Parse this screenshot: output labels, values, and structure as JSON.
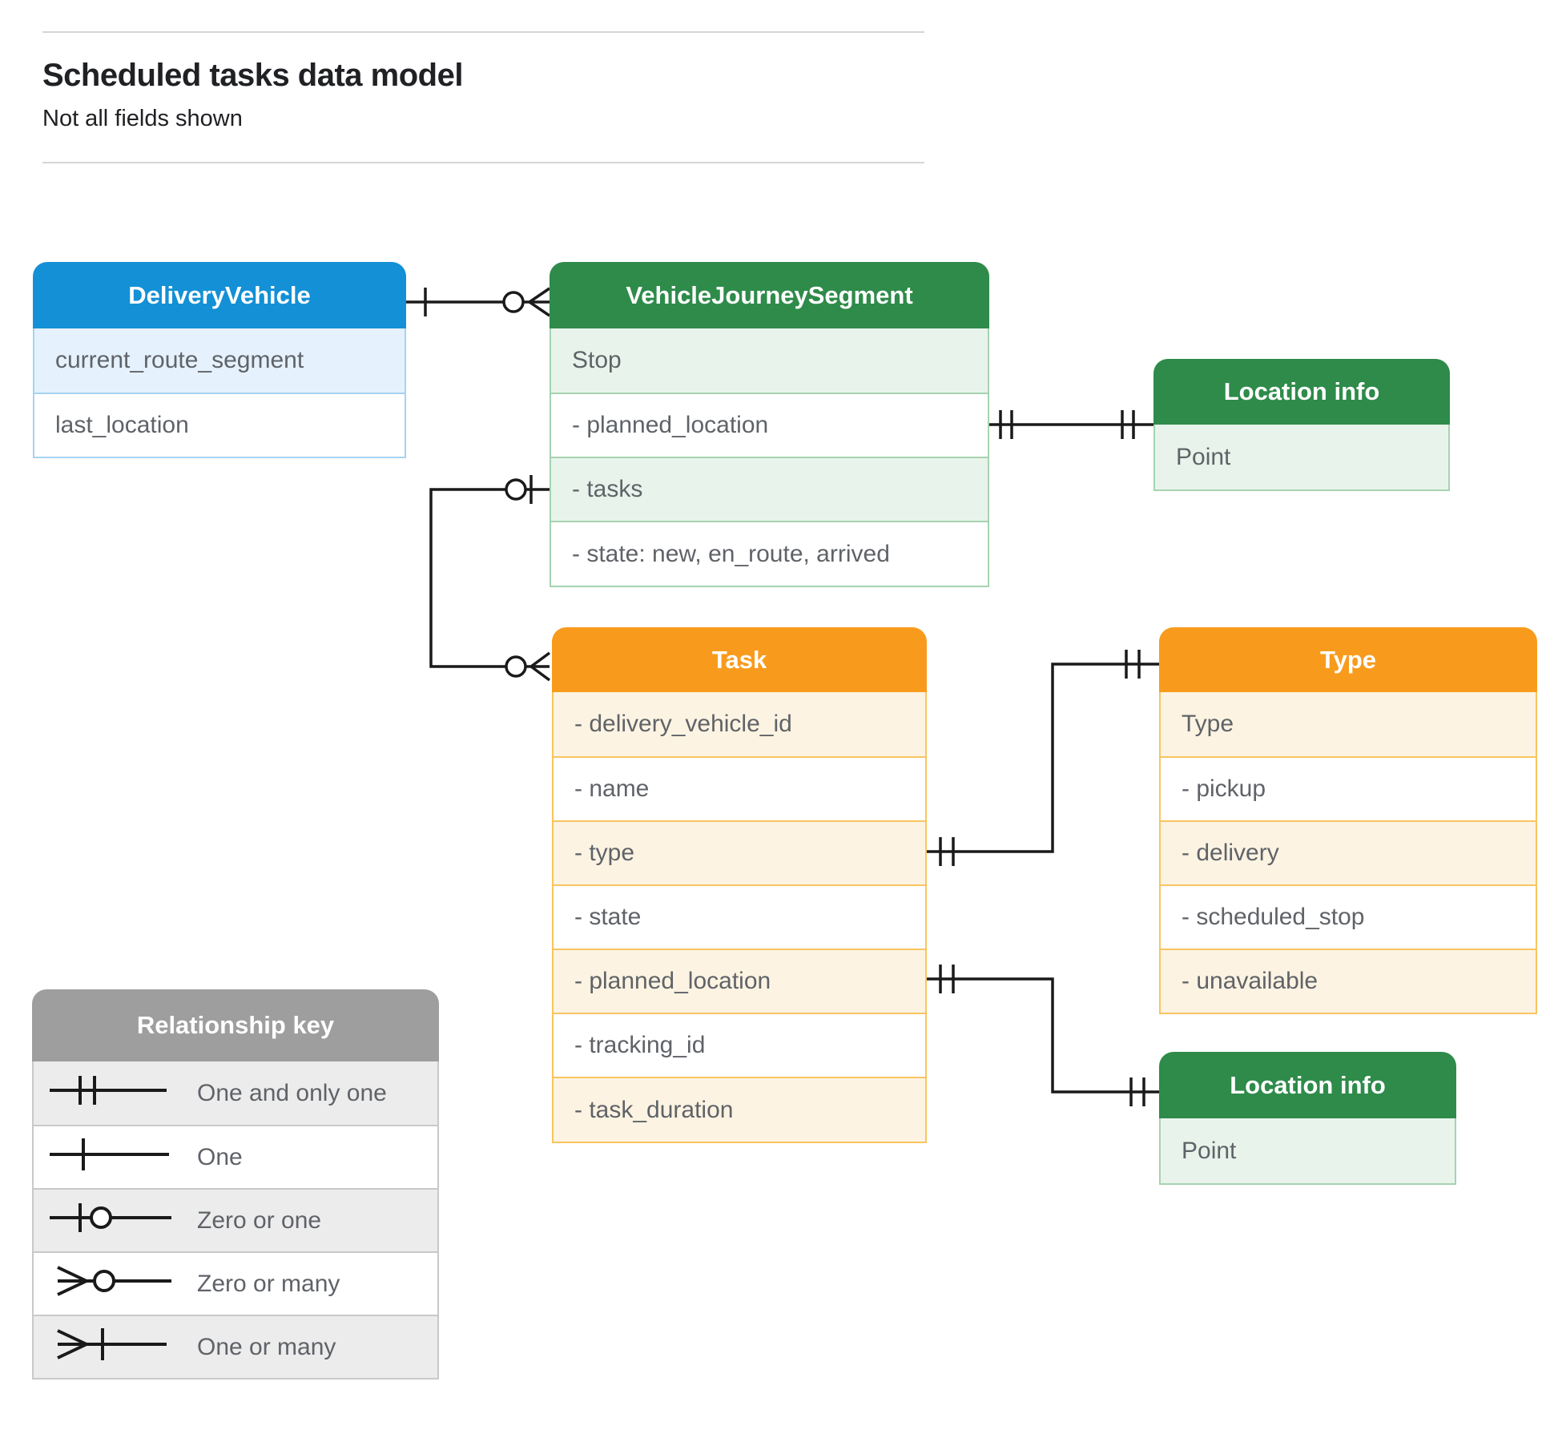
{
  "page": {
    "title": "Scheduled tasks data model",
    "subtitle": "Not all fields shown"
  },
  "colors": {
    "blue": "#1390D6",
    "blue-border": "#A6D3F2",
    "blue-tint": "#E5F1FC",
    "green": "#2E8B4A",
    "green-border": "#A6D3B0",
    "green-tint": "#E8F4EB",
    "orange": "#F89B1D",
    "orange-border": "#F8C55F",
    "orange-tint": "#FDF3E2",
    "gray": "#9E9E9E",
    "gray-border": "#C9C9C9",
    "gray-tint": "#ECECEC",
    "text": "#5F6368",
    "title-text": "#202124",
    "line": "#1A1A1A",
    "rule": "#D5D5D5"
  },
  "entities": {
    "delivery_vehicle": {
      "title": "DeliveryVehicle",
      "rows": [
        "current_route_segment",
        "last_location"
      ]
    },
    "vehicle_journey_segment": {
      "title": "VehicleJourneySegment",
      "rows": [
        "Stop",
        "- planned_location",
        "- tasks",
        "- state: new, en_route, arrived"
      ]
    },
    "location_info_1": {
      "title": "Location info",
      "rows": [
        "Point"
      ]
    },
    "task": {
      "title": "Task",
      "rows": [
        "- delivery_vehicle_id",
        "- name",
        "- type",
        "- state",
        "- planned_location",
        "- tracking_id",
        "- task_duration"
      ]
    },
    "type": {
      "title": "Type",
      "rows": [
        "Type",
        "-  pickup",
        "-  delivery",
        "-  scheduled_stop",
        "-  unavailable"
      ]
    },
    "location_info_2": {
      "title": "Location info",
      "rows": [
        "Point"
      ]
    }
  },
  "legend": {
    "title": "Relationship key",
    "items": [
      {
        "symbol": "one-and-only-one",
        "label": "One and only one"
      },
      {
        "symbol": "one",
        "label": "One"
      },
      {
        "symbol": "zero-or-one",
        "label": "Zero or one"
      },
      {
        "symbol": "zero-or-many",
        "label": "Zero or many"
      },
      {
        "symbol": "one-or-many",
        "label": "One or many"
      }
    ]
  }
}
